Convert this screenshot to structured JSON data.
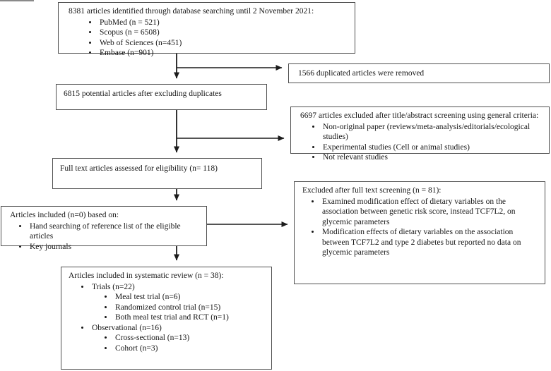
{
  "figure": {
    "kind": "prisma-flow-diagram"
  },
  "colors": {
    "box_border": "#4f4f4f",
    "text": "#161616",
    "arrow": "#1c1c1c"
  },
  "boxes": {
    "identified": {
      "title": "8381 articles identified through database searching until 2 November 2021:",
      "items": [
        "PubMed (n = 521)",
        "Scopus (n = 6508)",
        "Web of Sciences (n=451)",
        "Embase (n=901)"
      ]
    },
    "duplicates_removed": {
      "title": "1566 duplicated articles were removed"
    },
    "after_duplicates": {
      "title": "6815 potential articles after excluding duplicates"
    },
    "title_abstract_excluded": {
      "title": "6697 articles excluded after title/abstract screening using general criteria:",
      "items": [
        "Non-original paper (reviews/meta-analysis/editorials/ecological studies)",
        "Experimental studies (Cell or animal studies)",
        "Not relevant studies"
      ]
    },
    "full_text_assessed": {
      "title": "Full text articles assessed for eligibility (n= 118)"
    },
    "manual_search_included": {
      "title": "Articles included (n=0) based on:",
      "items": [
        "Hand searching of reference list of the eligible articles",
        "Key journals"
      ]
    },
    "full_text_excluded": {
      "title": "Excluded after full text screening (n = 81):",
      "items": [
        "Examined modification effect of dietary variables on the association between genetic risk score, instead TCF7L2, on glycemic parameters",
        "Modification effects of dietary variables on the association between TCF7L2 and type 2 diabetes but reported no data on glycemic parameters"
      ]
    },
    "final_included": {
      "title": "Articles included in systematic review (n = 38):",
      "items": [
        {
          "text": "Trials (n=22)",
          "children": [
            "Meal test trial (n=6)",
            "Randomized control trial (n=15)",
            "Both meal test trial and RCT (n=1)"
          ]
        },
        {
          "text": "Observational (n=16)",
          "children": [
            "Cross-sectional (n=13)",
            "Cohort (n=3)"
          ]
        }
      ]
    }
  }
}
